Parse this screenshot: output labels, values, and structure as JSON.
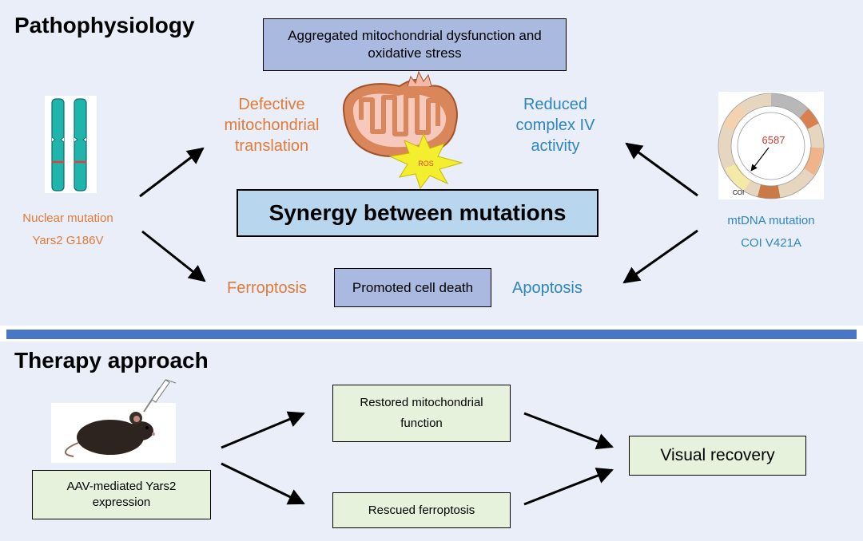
{
  "sections": {
    "top_title": "Pathophysiology",
    "bottom_title": "Therapy approach"
  },
  "top": {
    "aggregated_box": "Aggregated mitochondrial dysfunction and oxidative stress",
    "synergy_box": "Synergy between mutations",
    "cell_death_box": "Promoted cell death",
    "defective_translation": "Defective mitochondrial translation",
    "reduced_complex": "Reduced complex IV activity",
    "ferroptosis": "Ferroptosis",
    "apoptosis": "Apoptosis",
    "nuclear_mutation_1": "Nuclear mutation",
    "nuclear_mutation_2": "Yars2 G186V",
    "mtdna_mutation_1": "mtDNA mutation",
    "mtdna_mutation_2": "COI V421A",
    "ros_label": "ROS",
    "mtdna_position": "6587",
    "mtdna_gene": "COI"
  },
  "bottom": {
    "aav_box": "AAV-mediated Yars2 expression",
    "restored_box": "Restored mitochondrial function",
    "rescued_box": "Rescued ferroptosis",
    "visual_box": "Visual recovery"
  },
  "colors": {
    "panel_bg": "#e9eef8",
    "divider": "#4a76c8",
    "orange_text": "#e07b39",
    "blue_text": "#2e86c1",
    "purple_box": "#aab9e0",
    "synergy_box": "#b9d6ef",
    "green_box": "#e6f2dc",
    "chromosome": "#1fb5ad"
  }
}
